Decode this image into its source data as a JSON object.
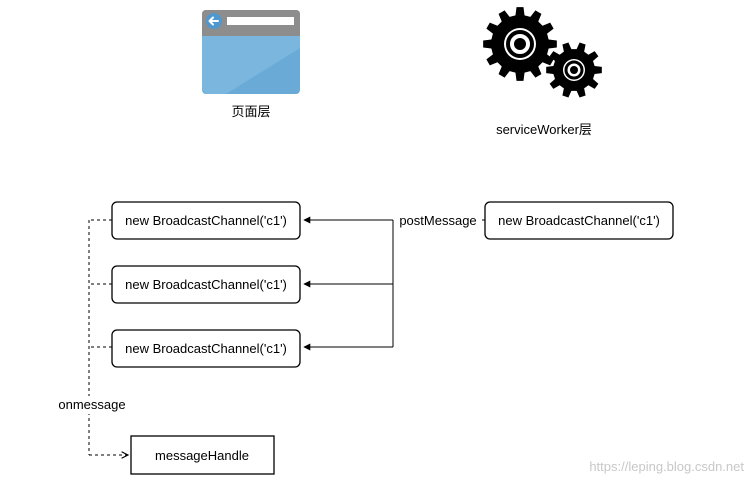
{
  "page_layer": {
    "label": "页面层",
    "icon": "browser-window-icon"
  },
  "sw_layer": {
    "label": "serviceWorker层",
    "icon": "gears-icon"
  },
  "sender": {
    "label": "new BroadcastChannel('c1')"
  },
  "receivers": [
    {
      "label": "new BroadcastChannel('c1')"
    },
    {
      "label": "new BroadcastChannel('c1')"
    },
    {
      "label": "new BroadcastChannel('c1')"
    }
  ],
  "post_message_label": "postMessage",
  "onmessage_label": "onmessage",
  "handler": {
    "label": "messageHandle"
  },
  "watermark": "https://leping.blog.csdn.net",
  "colors": {
    "browser_body": "#6aaad6",
    "browser_bar": "#8c8c8c",
    "gear": "#000000",
    "line": "#000000"
  }
}
